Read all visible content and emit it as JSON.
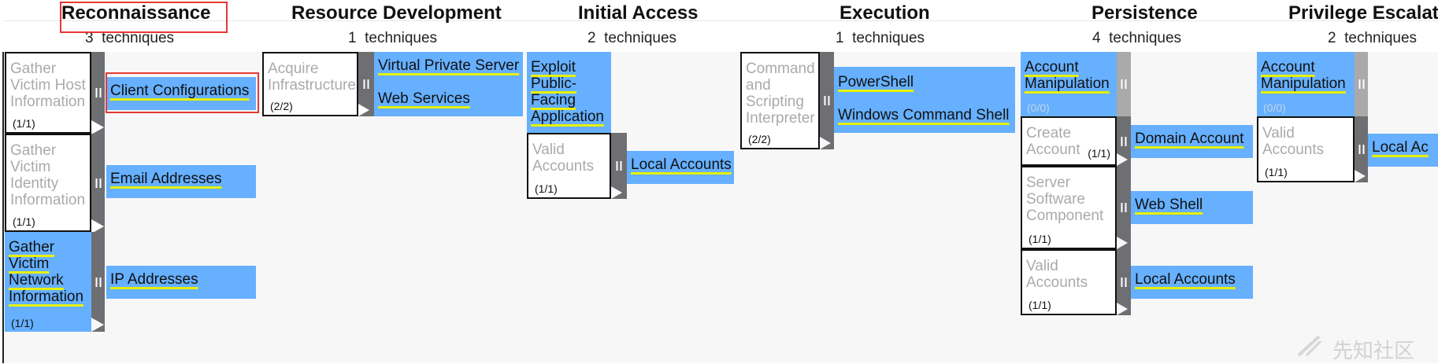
{
  "tactics": [
    {
      "name": "Reconnaissance",
      "count": "3",
      "count_label": "techniques"
    },
    {
      "name": "Resource Development",
      "count": "1",
      "count_label": "techniques"
    },
    {
      "name": "Initial Access",
      "count": "2",
      "count_label": "techniques"
    },
    {
      "name": "Execution",
      "count": "1",
      "count_label": "techniques"
    },
    {
      "name": "Persistence",
      "count": "4",
      "count_label": "techniques"
    },
    {
      "name": "Privilege Escalati",
      "count": "2",
      "count_label": "techniques"
    }
  ],
  "recon": {
    "t1": {
      "lines": [
        "Gather",
        "Victim Host",
        "Information"
      ],
      "count": "(1/1)",
      "sub": "Client Configurations"
    },
    "t2": {
      "lines": [
        "Gather",
        "Victim",
        "Identity",
        "Information"
      ],
      "count": "(1/1)",
      "sub": "Email Addresses"
    },
    "t3": {
      "lines": [
        "Gather",
        "Victim",
        "Network",
        "Information"
      ],
      "count": "(1/1)",
      "sub": "IP Addresses"
    }
  },
  "resource": {
    "t1": {
      "lines": [
        "Acquire",
        "Infrastructure"
      ],
      "count": "(2/2)",
      "subs": [
        "Virtual Private Server",
        "Web Services"
      ]
    }
  },
  "initial": {
    "t1": {
      "lines": [
        "Exploit",
        "Public-",
        "Facing",
        "Application"
      ]
    },
    "t2": {
      "lines": [
        "Valid",
        "Accounts"
      ],
      "count": "(1/1)",
      "sub": "Local Accounts"
    }
  },
  "execution": {
    "t1": {
      "lines": [
        "Command",
        "and",
        "Scripting",
        "Interpreter"
      ],
      "count": "(2/2)",
      "subs": [
        "PowerShell",
        "Windows Command Shell"
      ]
    }
  },
  "persistence": {
    "t1": {
      "lines": [
        "Account",
        "Manipulation"
      ],
      "count": "(0/0)"
    },
    "t2": {
      "lines": [
        "Create",
        "Account"
      ],
      "count": "(1/1)",
      "sub": "Domain Account"
    },
    "t3": {
      "lines": [
        "Server",
        "Software",
        "Component"
      ],
      "count": "(1/1)",
      "sub": "Web Shell"
    },
    "t4": {
      "lines": [
        "Valid",
        "Accounts"
      ],
      "count": "(1/1)",
      "sub": "Local Accounts"
    }
  },
  "privesc": {
    "t1": {
      "lines": [
        "Account",
        "Manipulation"
      ],
      "count": "(0/0)"
    },
    "t2": {
      "lines": [
        "Valid",
        "Accounts"
      ],
      "count": "(1/1)",
      "sub": "Local Ac"
    }
  },
  "watermark": {
    "text": "先知社区"
  },
  "colors": {
    "selected": "#66b0ff",
    "underline": "#e7f000",
    "highlight_frame": "#e53935",
    "subtech_bar": "#6e6f73"
  }
}
